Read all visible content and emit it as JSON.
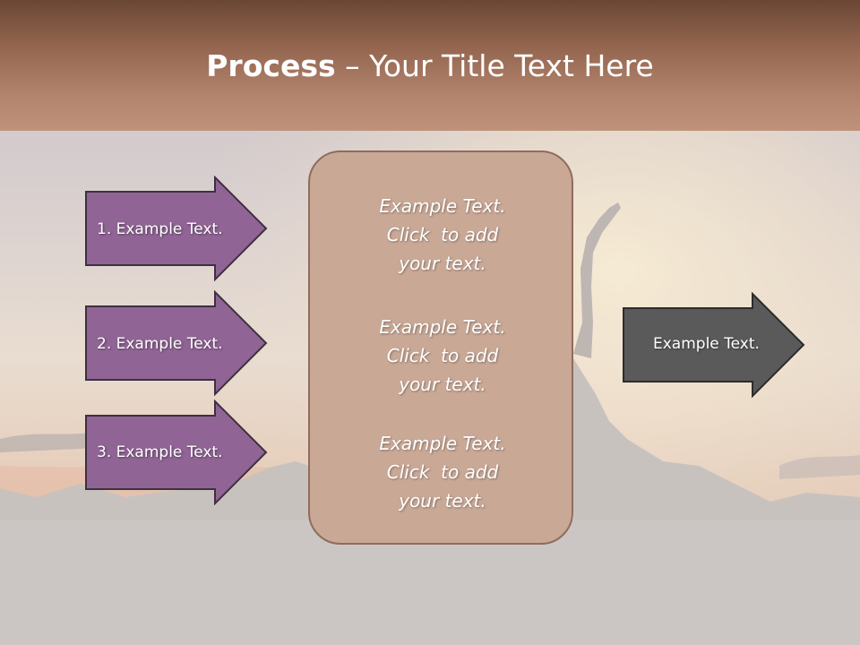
{
  "slide": {
    "title_bold": "Process",
    "title_rest": " – Your Title Text Here"
  },
  "left_arrows": [
    {
      "label": "1. Example Text."
    },
    {
      "label": "2. Example Text."
    },
    {
      "label": "3. Example Text."
    }
  ],
  "center_box": {
    "blocks": [
      {
        "line1": "Example Text.",
        "line2": "Click  to add",
        "line3": "your text."
      },
      {
        "line1": "Example Text.",
        "line2": "Click  to add",
        "line3": "your text."
      },
      {
        "line1": "Example Text.",
        "line2": "Click  to add",
        "line3": "your text."
      }
    ]
  },
  "right_arrow": {
    "label": "Example Text."
  },
  "colors": {
    "header": "#a77962",
    "left_arrow_fill": "#906495",
    "center_box_fill": "#c9a896",
    "right_arrow_fill": "#5a5a5a"
  }
}
